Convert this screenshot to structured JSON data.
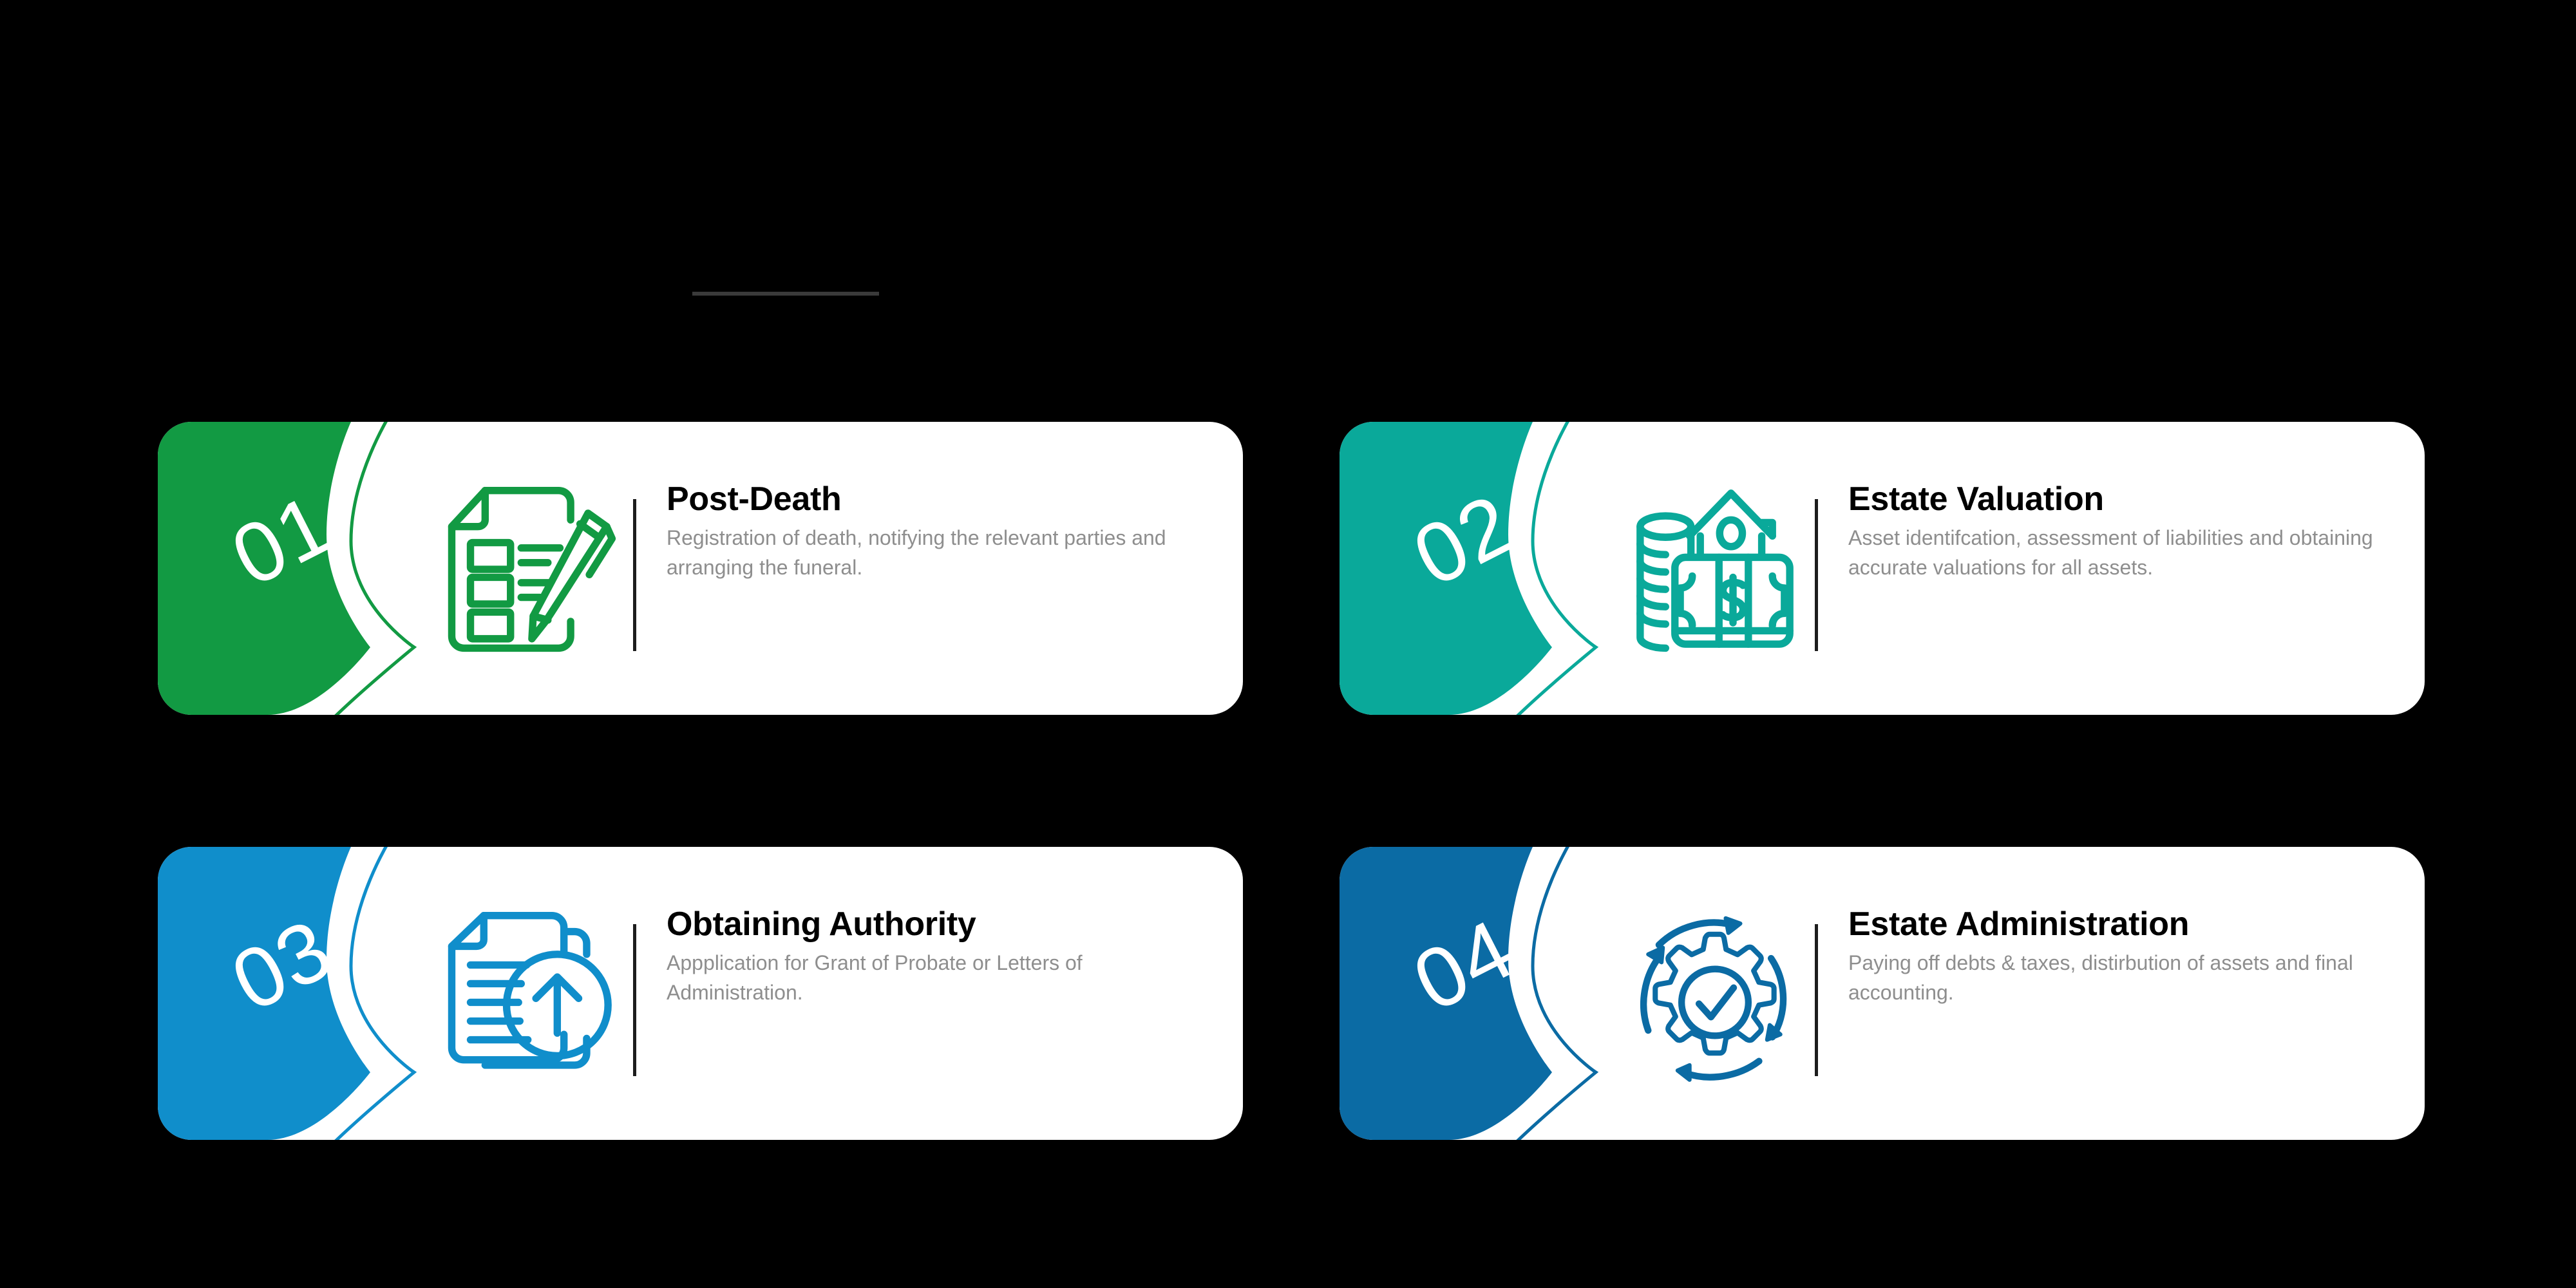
{
  "header": {
    "title": "",
    "underline_color": "#3a3a3a"
  },
  "background_color": "#000000",
  "cards": [
    {
      "number": "01",
      "title": "Post-Death",
      "description": "Registration of death, notifying the relevant parties and arranging the funeral.",
      "color": "#129a43",
      "icon": "document-checklist-pen-icon"
    },
    {
      "number": "02",
      "title": "Estate Valuation",
      "description": "Asset identifcation, assessment of liabilities and obtaining accurate valuations for all assets.",
      "color": "#0aa99a",
      "icon": "house-coins-banknote-icon"
    },
    {
      "number": "03",
      "title": "Obtaining Authority",
      "description": "Appplication for Grant of Probate or Letters of Administration.",
      "color": "#108ecb",
      "icon": "documents-upload-arrow-icon"
    },
    {
      "number": "04",
      "title": "Estate Administration",
      "description": "Paying off debts & taxes, distirbution of assets and final accounting.",
      "color": "#0b6ba4",
      "icon": "gear-check-cycle-icon"
    }
  ]
}
